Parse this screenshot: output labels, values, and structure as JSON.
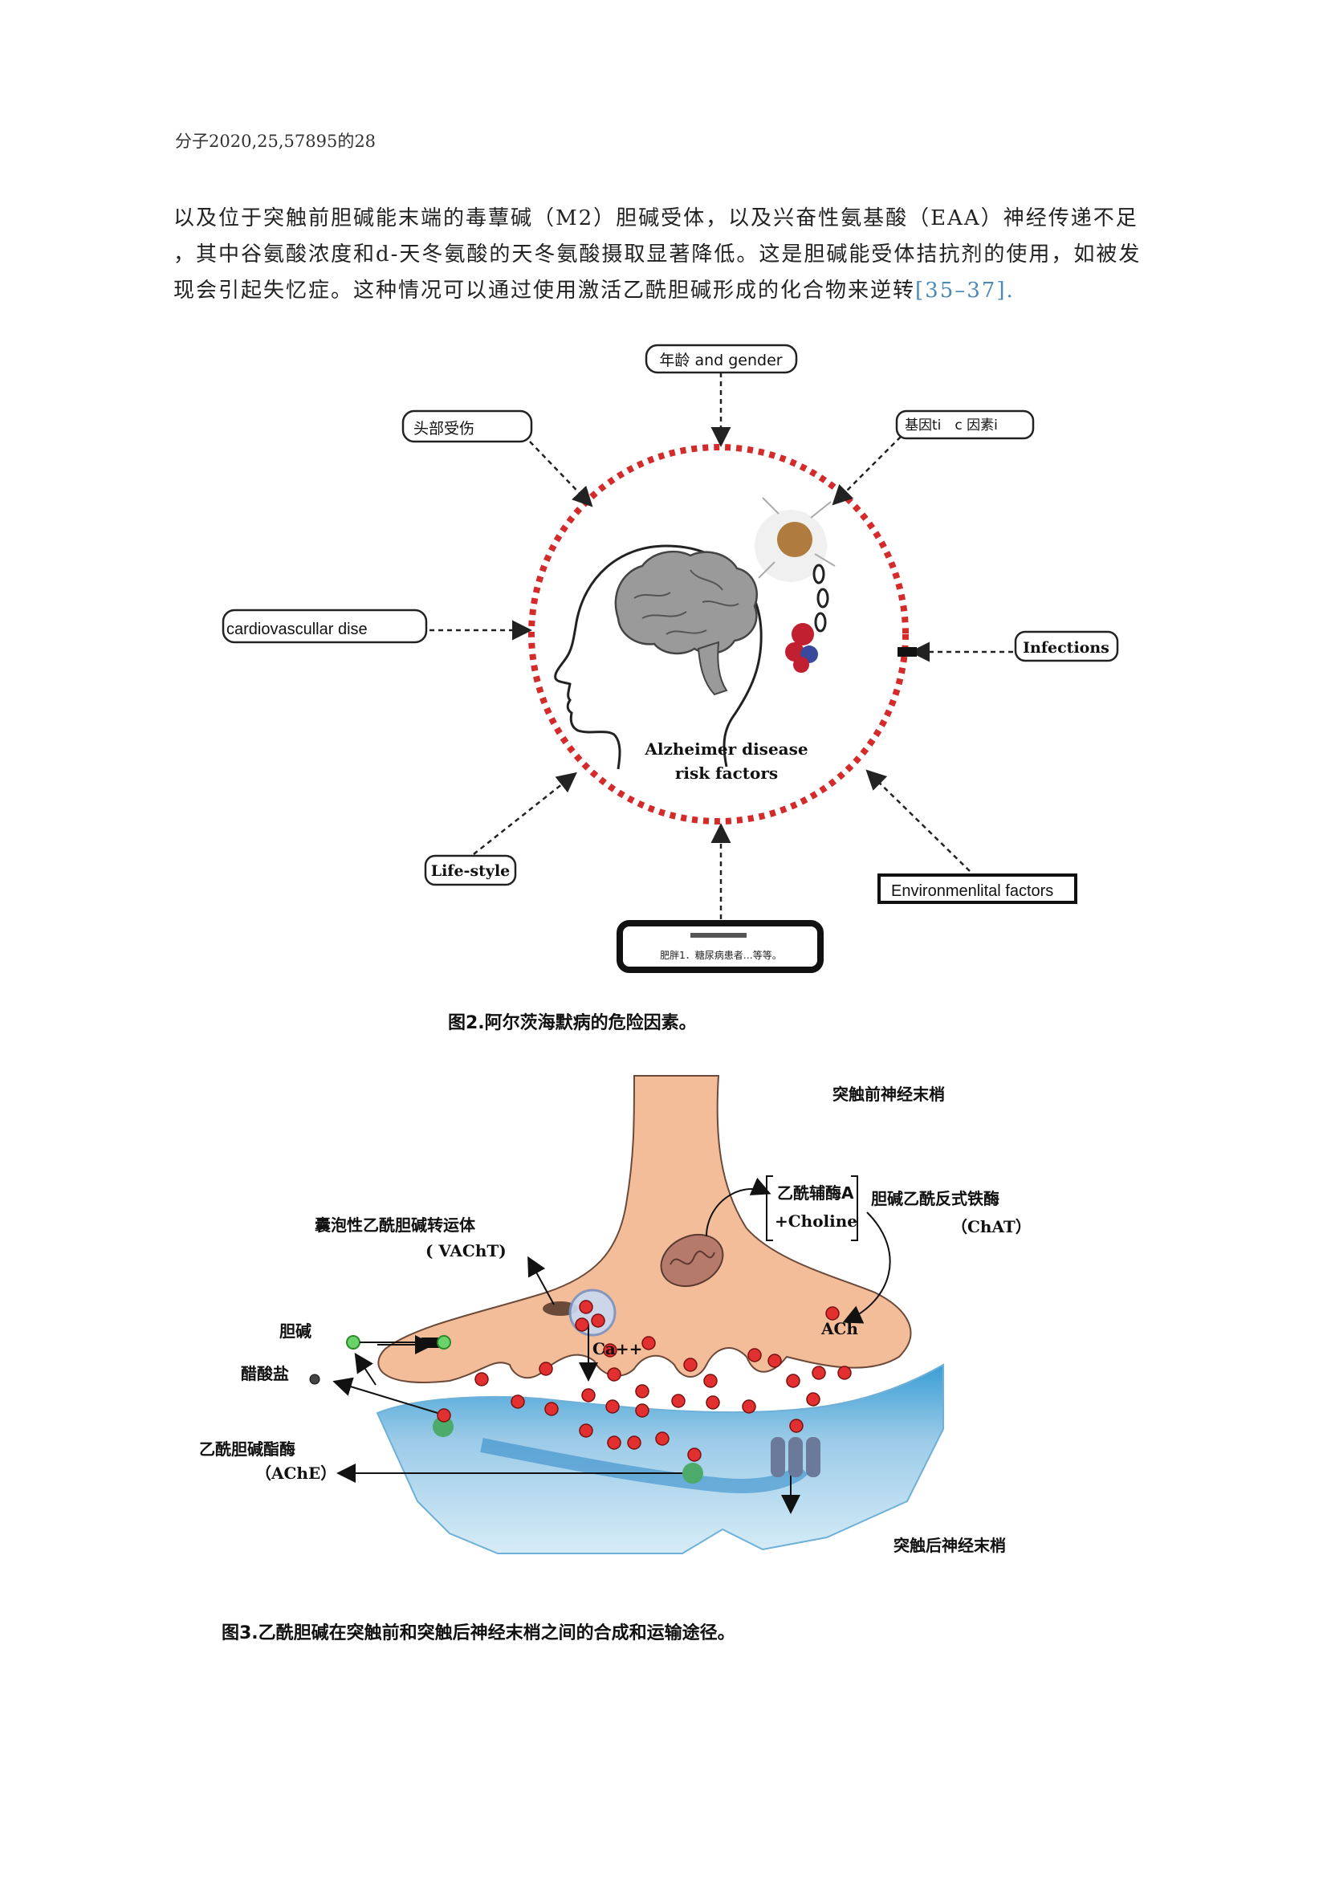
{
  "header": {
    "running_head": "分子2020,25,57895的28"
  },
  "body_text": {
    "line1": "以及位于突触前胆碱能末端的毒蕈碱（M2）胆碱受体，以及兴奋性氨基酸（EAA）神经传递不足",
    "line2": "，其中谷氨酸浓度和d-天冬氨酸的天冬氨酸摄取显著降低。这是胆碱能受体拮抗剂的使用，如被发",
    "line3_text": "现会引起失忆症。这种情况可以通过使用激活乙酰胆碱形成的化合物来逆转",
    "line3_cite": "[35–37]."
  },
  "figure2": {
    "center_label_line1": "Alzheimer disease",
    "center_label_line2": "risk factors",
    "factors": {
      "age_gender": "年龄 and gender",
      "head_injury": "头部受伤",
      "genetic": "基因ti　c 因素i",
      "cardiovascular": "cardiovascullar dise",
      "infections": "Infections",
      "lifestyle": "Life-style",
      "environmental": "Environmenlital factors",
      "diseases_line2": "肥胖1．糖尿病患者…等等。"
    },
    "caption": "图2.阿尔茨海默病的危险因素。"
  },
  "figure3": {
    "labels": {
      "presynaptic": "突触前神经末梢",
      "acetyl_coa": "乙酰辅酶A",
      "choline_plus": "+Choline",
      "chat_name": "胆碱乙酰反式铁酶",
      "chat_abbr": "（ChAT）",
      "vacht_name": "囊泡性乙酰胆碱转运体",
      "vacht_abbr": "( VAChT)",
      "choline": "胆碱",
      "acetate": "醋酸盐",
      "ach": "ACh",
      "calcium": "Ca++",
      "ache_name": "乙酰胆碱酯酶",
      "ache_abbr": "（AChE）",
      "postsynaptic": "突触后神经末梢"
    },
    "caption": "图3.乙酰胆碱在突触前和突触后神经末梢之间的合成和运输途径。"
  }
}
